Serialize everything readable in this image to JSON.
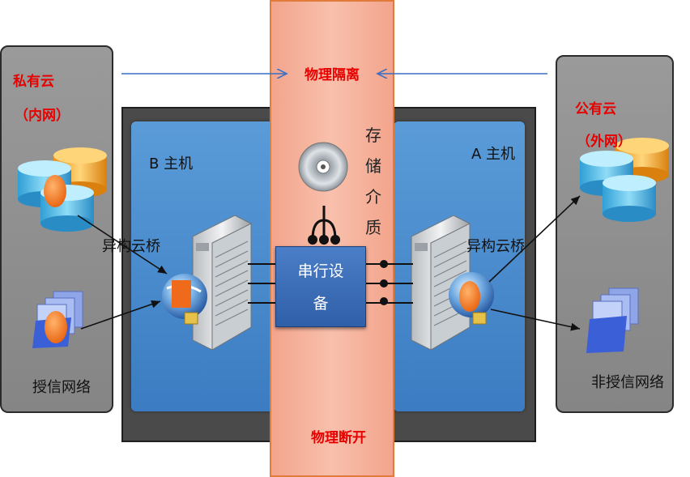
{
  "private_cloud": {
    "title": "私有云",
    "subtitle": "（内网）",
    "network_label": "授信网络"
  },
  "public_cloud": {
    "title": "公有云",
    "subtitle": "（外网）",
    "network_label": "非授信网络"
  },
  "isolation": {
    "top_label": "物理隔离",
    "bottom_label": "物理断开"
  },
  "host_b": {
    "title": "B 主机",
    "bridge_label": "异构云桥"
  },
  "host_a": {
    "title": "A 主机",
    "bridge_label": "异构云桥"
  },
  "serial_device": {
    "label_line1": "串行设",
    "label_line2": "备"
  },
  "storage_media": {
    "chars": [
      "存",
      "储",
      "介",
      "质"
    ]
  },
  "colors": {
    "red_label": "#e60000",
    "arrow_blue": "#3a6fc4",
    "host_blue": "#4a8bd0",
    "isolation_band": "#f5b09a"
  }
}
